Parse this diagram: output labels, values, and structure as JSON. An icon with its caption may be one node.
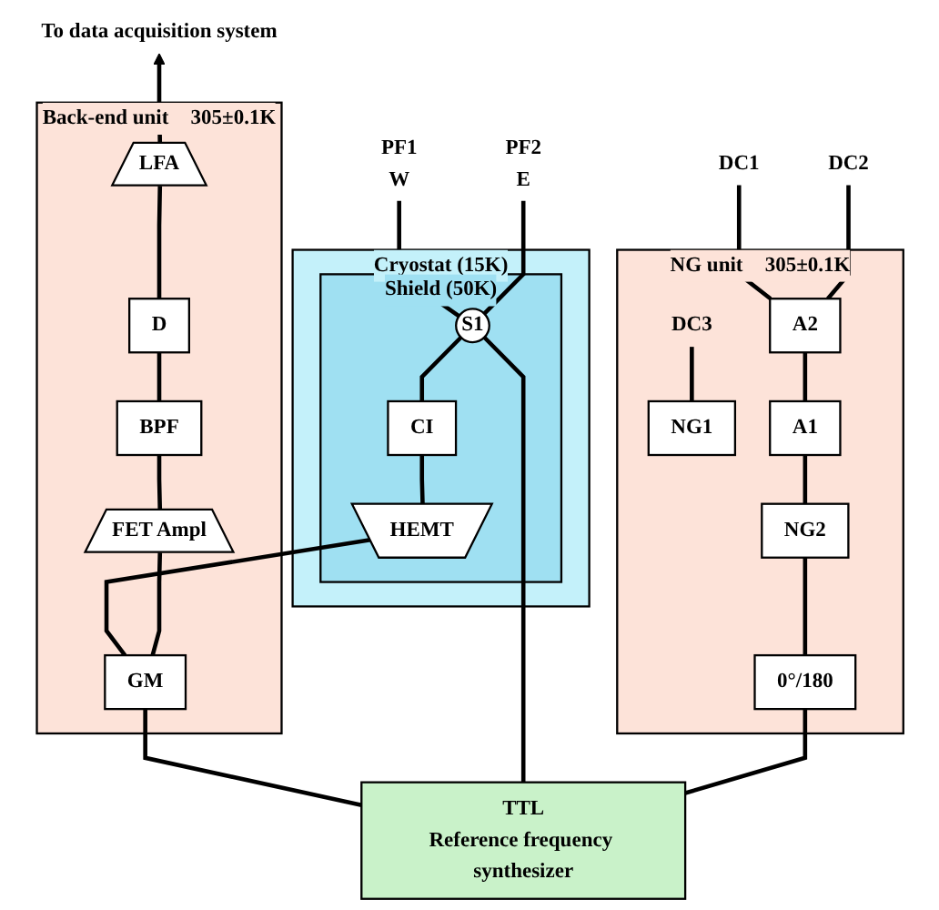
{
  "diagram": {
    "nodes": [
      {
        "text": [
          "PF1"
        ],
        "beside": [
          "W"
        ]
      },
      {
        "text": [
          "PF2"
        ],
        "beside": [
          "E"
        ]
      },
      {
        "text": [
          "To data acquisition system"
        ]
      },
      {
        "text": [
          "DC1"
        ]
      },
      {
        "text": [
          "DC2"
        ]
      },
      {
        "text": [
          "NG unit",
          "305±0.1K"
        ]
      },
      {
        "text": [
          "DC3"
        ],
        "in": 5
      },
      {
        "text": [
          "A2"
        ],
        "in": 5
      },
      {
        "text": [
          "NG1"
        ],
        "in": 5
      },
      {
        "text": [
          "A1"
        ],
        "in": 5
      },
      {
        "text": [
          "NG2"
        ],
        "in": 5
      },
      {
        "text": [
          "0°/180"
        ],
        "in": 5
      },
      {
        "text": [
          "Cryostat (15K)"
        ]
      },
      {
        "text": [
          "Shield (50K)"
        ],
        "in": 12
      },
      {
        "text": [
          "S1"
        ],
        "in": 13
      },
      {
        "text": [
          "CI"
        ],
        "in": 13
      },
      {
        "text": [
          "HEMT"
        ],
        "in": 13
      },
      {
        "text": [
          "Back-end unit",
          "305±0.1K"
        ]
      },
      {
        "text": [
          "LFA"
        ],
        "in": 17
      },
      {
        "text": [
          "D"
        ],
        "in": 17
      },
      {
        "text": [
          "BPF"
        ],
        "in": 17
      },
      {
        "text": [
          "FET Ampl"
        ],
        "in": 17
      },
      {
        "text": [
          "GM"
        ],
        "in": 17
      },
      {
        "text": [
          "TTL",
          "Reference frequency synthesizer"
        ]
      }
    ],
    "edges": [
      {
        "from": 14,
        "to": 0,
        "arrow": "none"
      },
      {
        "from": 14,
        "to": 1,
        "arrow": "none"
      },
      {
        "from": 7,
        "to": 3,
        "arrow": "none"
      },
      {
        "from": 7,
        "to": 4,
        "arrow": "none"
      },
      {
        "from": 8,
        "to": 6,
        "arrow": "none"
      },
      {
        "from": 9,
        "to": 7,
        "arrow": "none"
      },
      {
        "from": 10,
        "to": 9,
        "arrow": "none"
      },
      {
        "from": 11,
        "to": 10,
        "arrow": "none"
      },
      {
        "from": 15,
        "to": 14,
        "arrow": "none"
      },
      {
        "from": 16,
        "to": 15,
        "arrow": "none"
      },
      {
        "from": 22,
        "to": 16,
        "arrow": "none"
      },
      {
        "from": 22,
        "to": 21,
        "arrow": "none"
      },
      {
        "from": 21,
        "to": 20,
        "arrow": "none"
      },
      {
        "from": 20,
        "to": 19,
        "arrow": "none"
      },
      {
        "from": 19,
        "to": 18,
        "arrow": "none"
      },
      {
        "from": 18,
        "to": 2,
        "arrow": "to"
      },
      {
        "from": 23,
        "to": 22,
        "arrow": "none"
      },
      {
        "from": 23,
        "to": 14,
        "arrow": "none"
      },
      {
        "from": 23,
        "to": 11,
        "arrow": "none"
      }
    ]
  }
}
